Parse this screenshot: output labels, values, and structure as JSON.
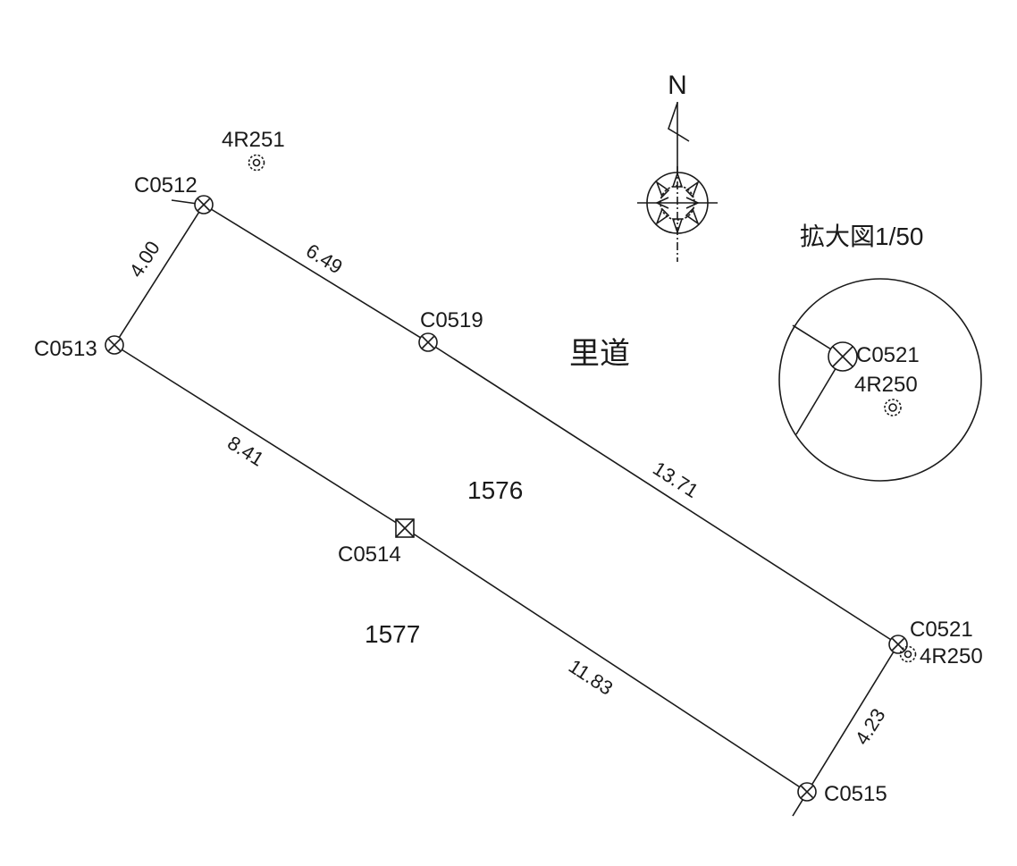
{
  "colors": {
    "ink": "#1a1a1a",
    "paper": "#ffffff"
  },
  "north_indicator": {
    "label": "N"
  },
  "road": {
    "label": "里道"
  },
  "parcels": {
    "p1576": "1576",
    "p1577": "1577"
  },
  "points": {
    "c0512": "C0512",
    "c0513": "C0513",
    "c0514": "C0514",
    "c0515": "C0515",
    "c0519": "C0519",
    "c0521": "C0521"
  },
  "markers": {
    "r4r251": "4R251",
    "r4r250": "4R250"
  },
  "distances": {
    "d_c0512_c0513": "4.00",
    "d_c0512_c0519": "6.49",
    "d_c0519_c0521": "13.71",
    "d_c0513_c0514": "8.41",
    "d_c0514_c0515": "11.83",
    "d_c0521_c0515": "4.23"
  },
  "enlarged_view": {
    "title": "拡大図1/50",
    "point_label": "C0521",
    "marker_label": "4R250"
  }
}
